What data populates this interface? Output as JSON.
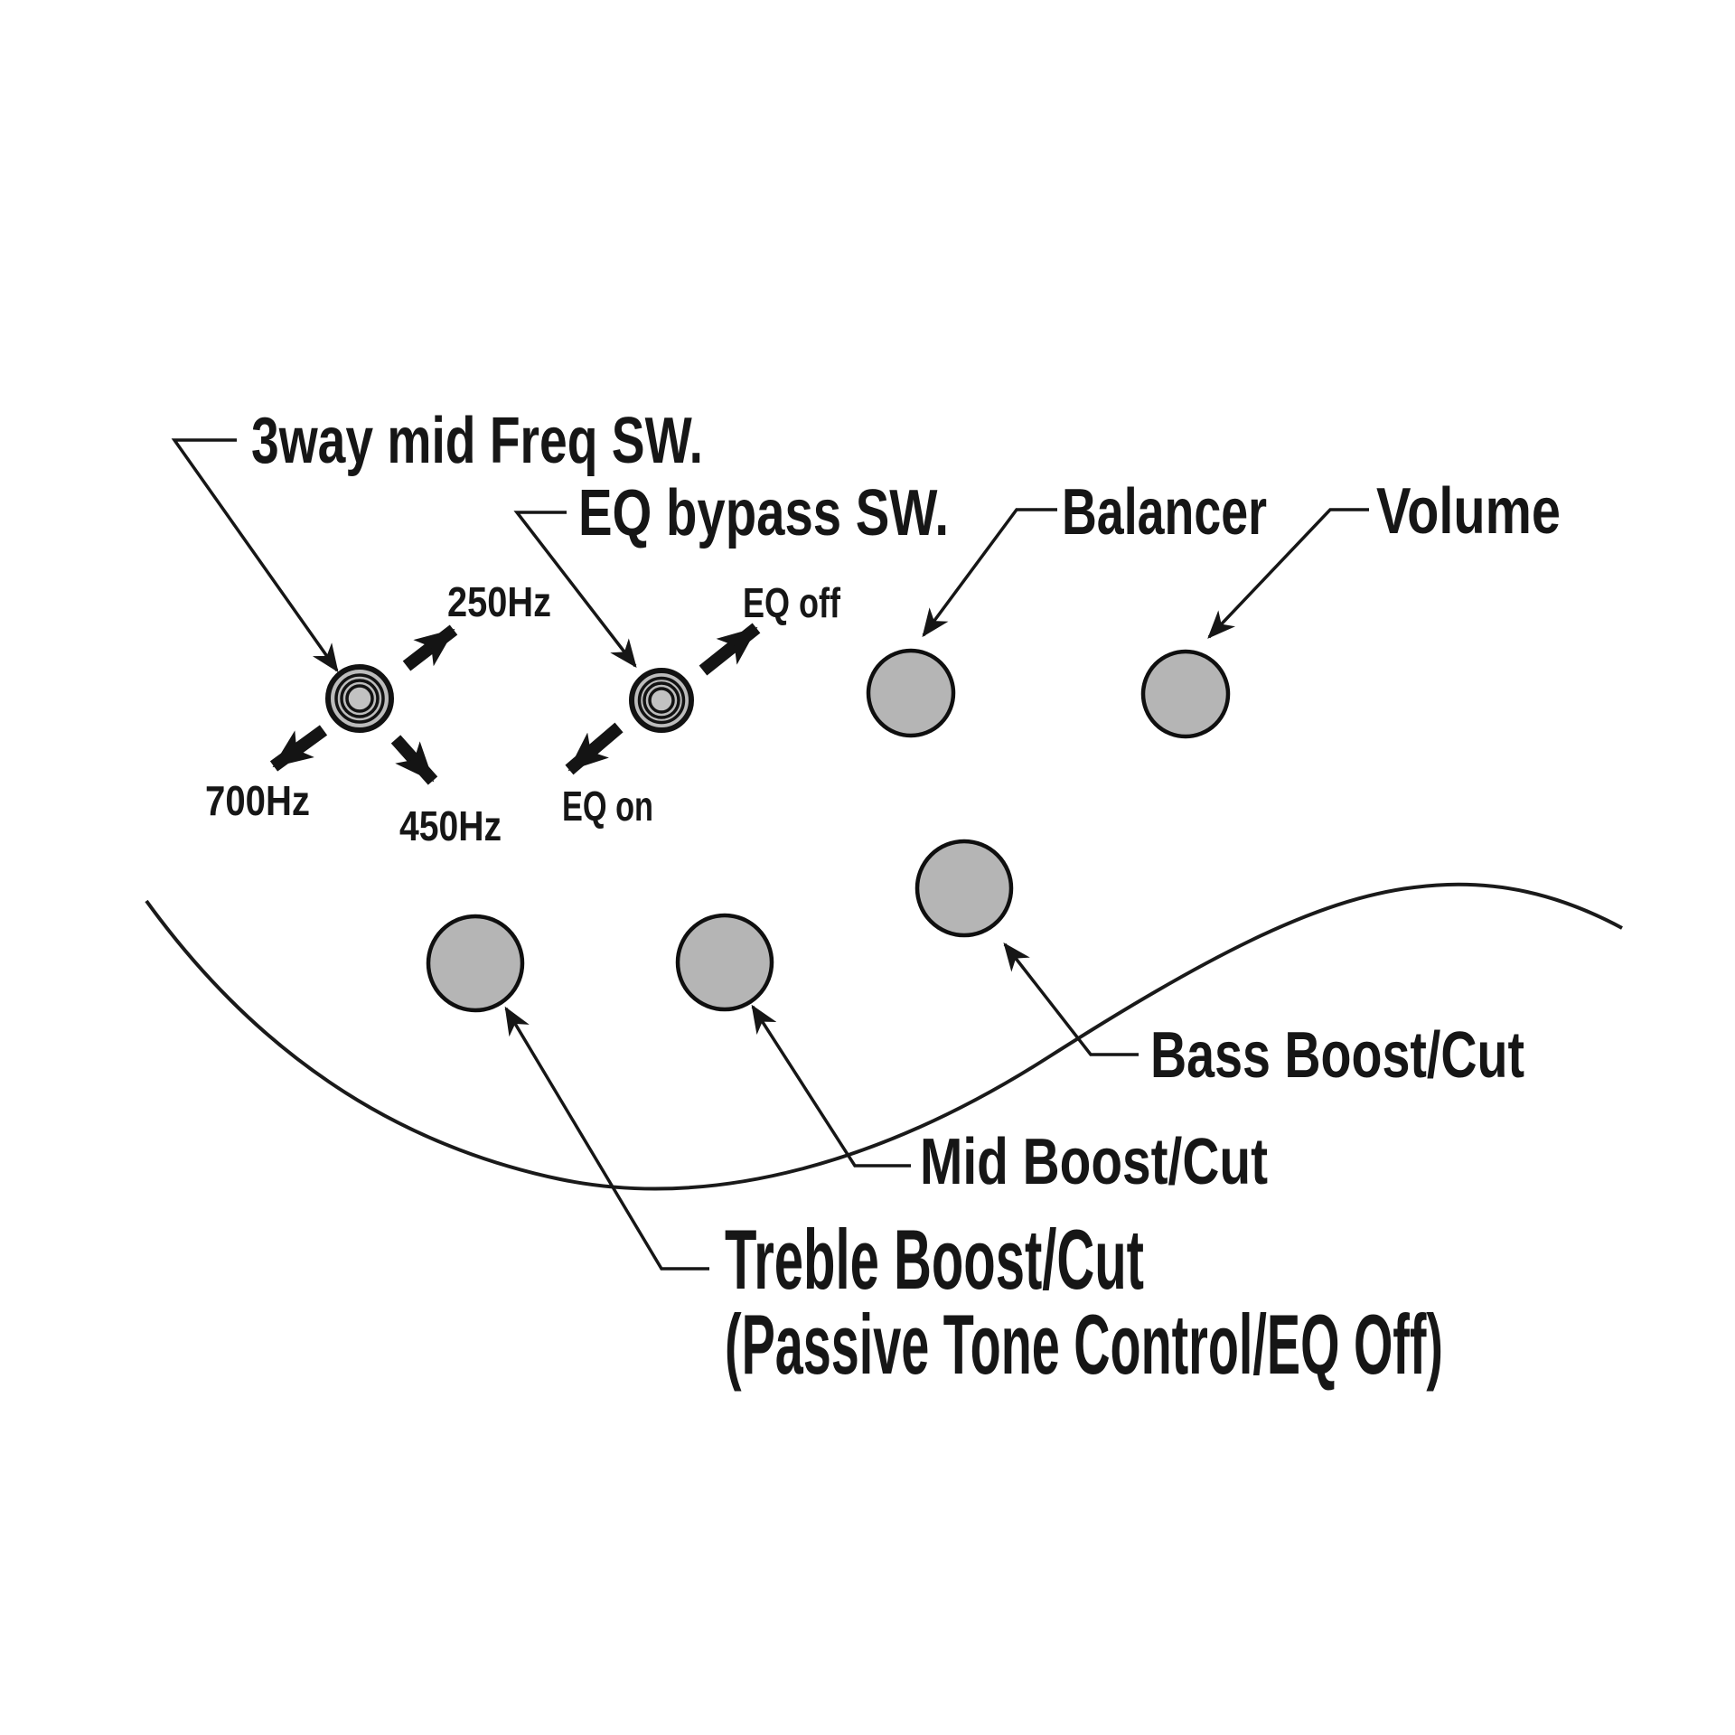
{
  "labels": {
    "mid_freq_switch": "3way mid Freq SW.",
    "eq_bypass_switch": "EQ bypass SW.",
    "balancer": "Balancer",
    "volume": "Volume",
    "bass": "Bass Boost/Cut",
    "mid": "Mid Boost/Cut",
    "treble_line1": "Treble Boost/Cut",
    "treble_line2": "(Passive Tone Control/EQ Off)",
    "freq_250": "250Hz",
    "freq_450": "450Hz",
    "freq_700": "700Hz",
    "eq_off": "EQ off",
    "eq_on": "EQ on"
  },
  "colors": {
    "background": "#ffffff",
    "line": "#161616",
    "knob_fill": "#b5b5b5",
    "switch_ring_fill": "#bcbcbc",
    "switch_center_fill": "#c2c2c2"
  }
}
